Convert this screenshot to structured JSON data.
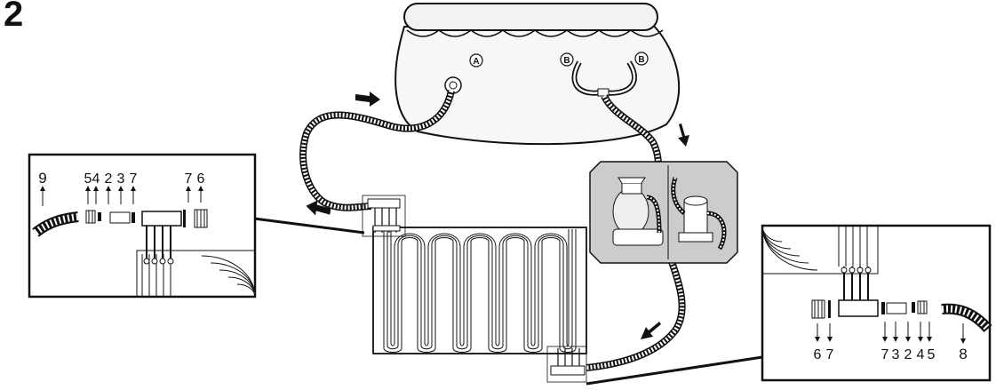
{
  "step_number": "2",
  "tank_labels": {
    "inlet": "A",
    "outlet_left": "B",
    "outlet_right": "B"
  },
  "left_inset": {
    "hose_label": "9",
    "part_labels": [
      "5",
      "4",
      "2",
      "3",
      "7"
    ],
    "end_labels": [
      "7",
      "6"
    ]
  },
  "right_inset": {
    "end_labels": [
      "6",
      "7"
    ],
    "part_labels": [
      "7",
      "3",
      "2",
      "4",
      "5"
    ],
    "hose_label": "8"
  }
}
